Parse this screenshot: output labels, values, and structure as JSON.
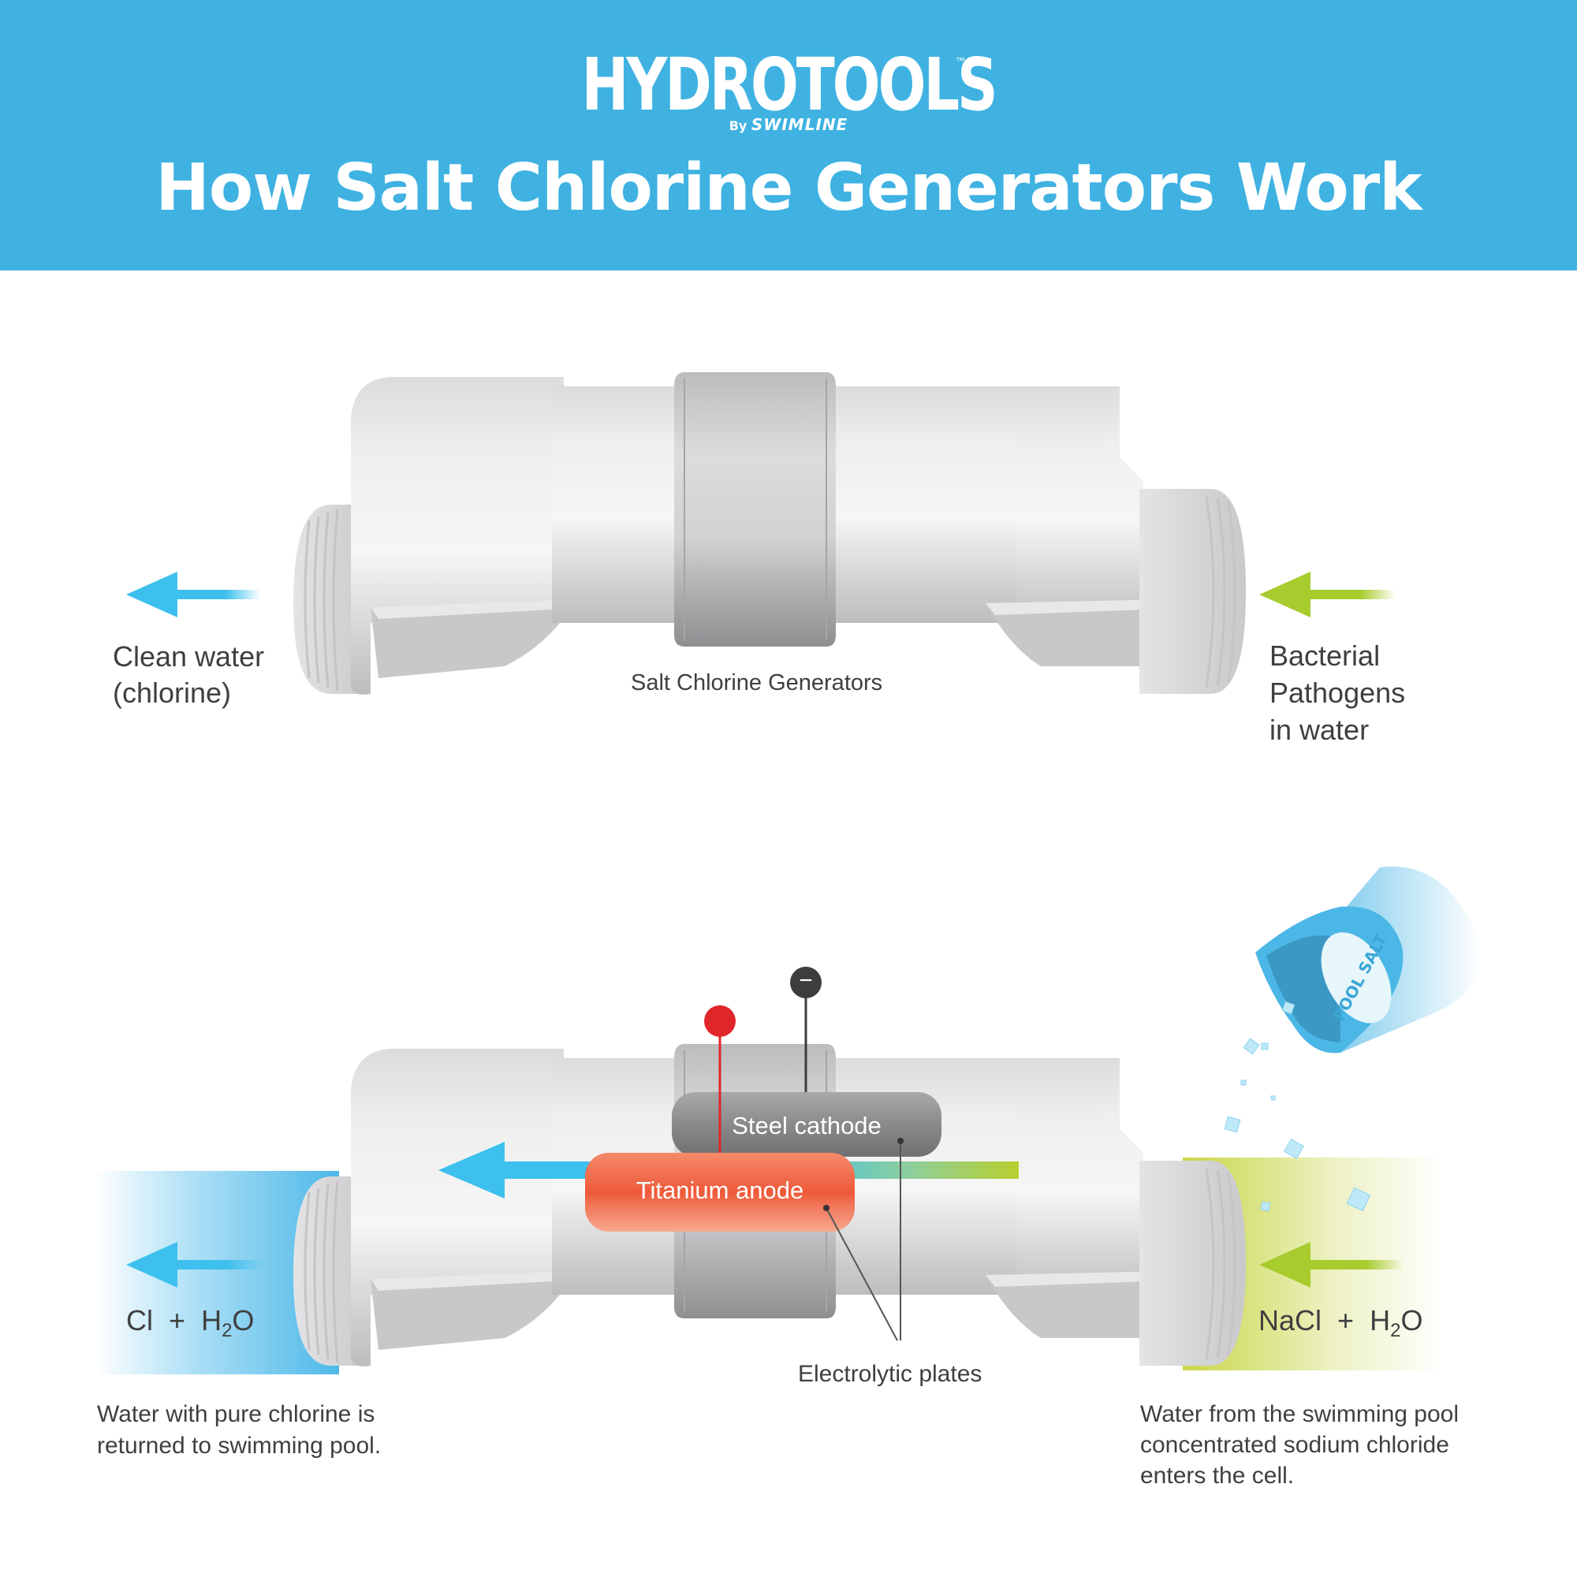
{
  "header": {
    "brand": "HYDROTOOLS",
    "brand_tm": "™",
    "byline_by": "By",
    "byline_brand": "SWIMLINE",
    "title": "How Salt Chlorine Generators Work"
  },
  "top_diagram": {
    "left_label_line1": "Clean water",
    "left_label_line2": "(chlorine)",
    "center_label": "Salt Chlorine Generators",
    "right_label_line1": "Bacterial",
    "right_label_line2": "Pathogens",
    "right_label_line3": "in water"
  },
  "bottom_diagram": {
    "cathode_label": "Steel cathode",
    "anode_label": "Titanium anode",
    "plates_label": "Electrolytic plates",
    "plus_sign": "+",
    "minus_sign": "−",
    "bag_label": "POOL SALT",
    "left_formula_a": "Cl",
    "left_formula_plus": "+",
    "left_formula_h": "H",
    "left_formula_sub": "2",
    "left_formula_o": "O",
    "right_formula_a": "NaCl",
    "right_formula_plus": "+",
    "right_formula_h": "H",
    "right_formula_sub": "2",
    "right_formula_o": "O",
    "left_caption_line1": "Water with pure chlorine is",
    "left_caption_line2": "returned to swimming pool.",
    "right_caption_line1": "Water from the swimming pool",
    "right_caption_line2": "concentrated  sodium chloride",
    "right_caption_line3": "enters the cell."
  },
  "colors": {
    "header_blue": "#3fb2e2",
    "arrow_blue": "#3ec0ee",
    "arrow_green": "#a8cc2e",
    "anode_red": "#ee5a3a",
    "cathode_grey": "#8a8a8c",
    "plus_red": "#e0262b",
    "minus_dark": "#3d3d3d"
  }
}
